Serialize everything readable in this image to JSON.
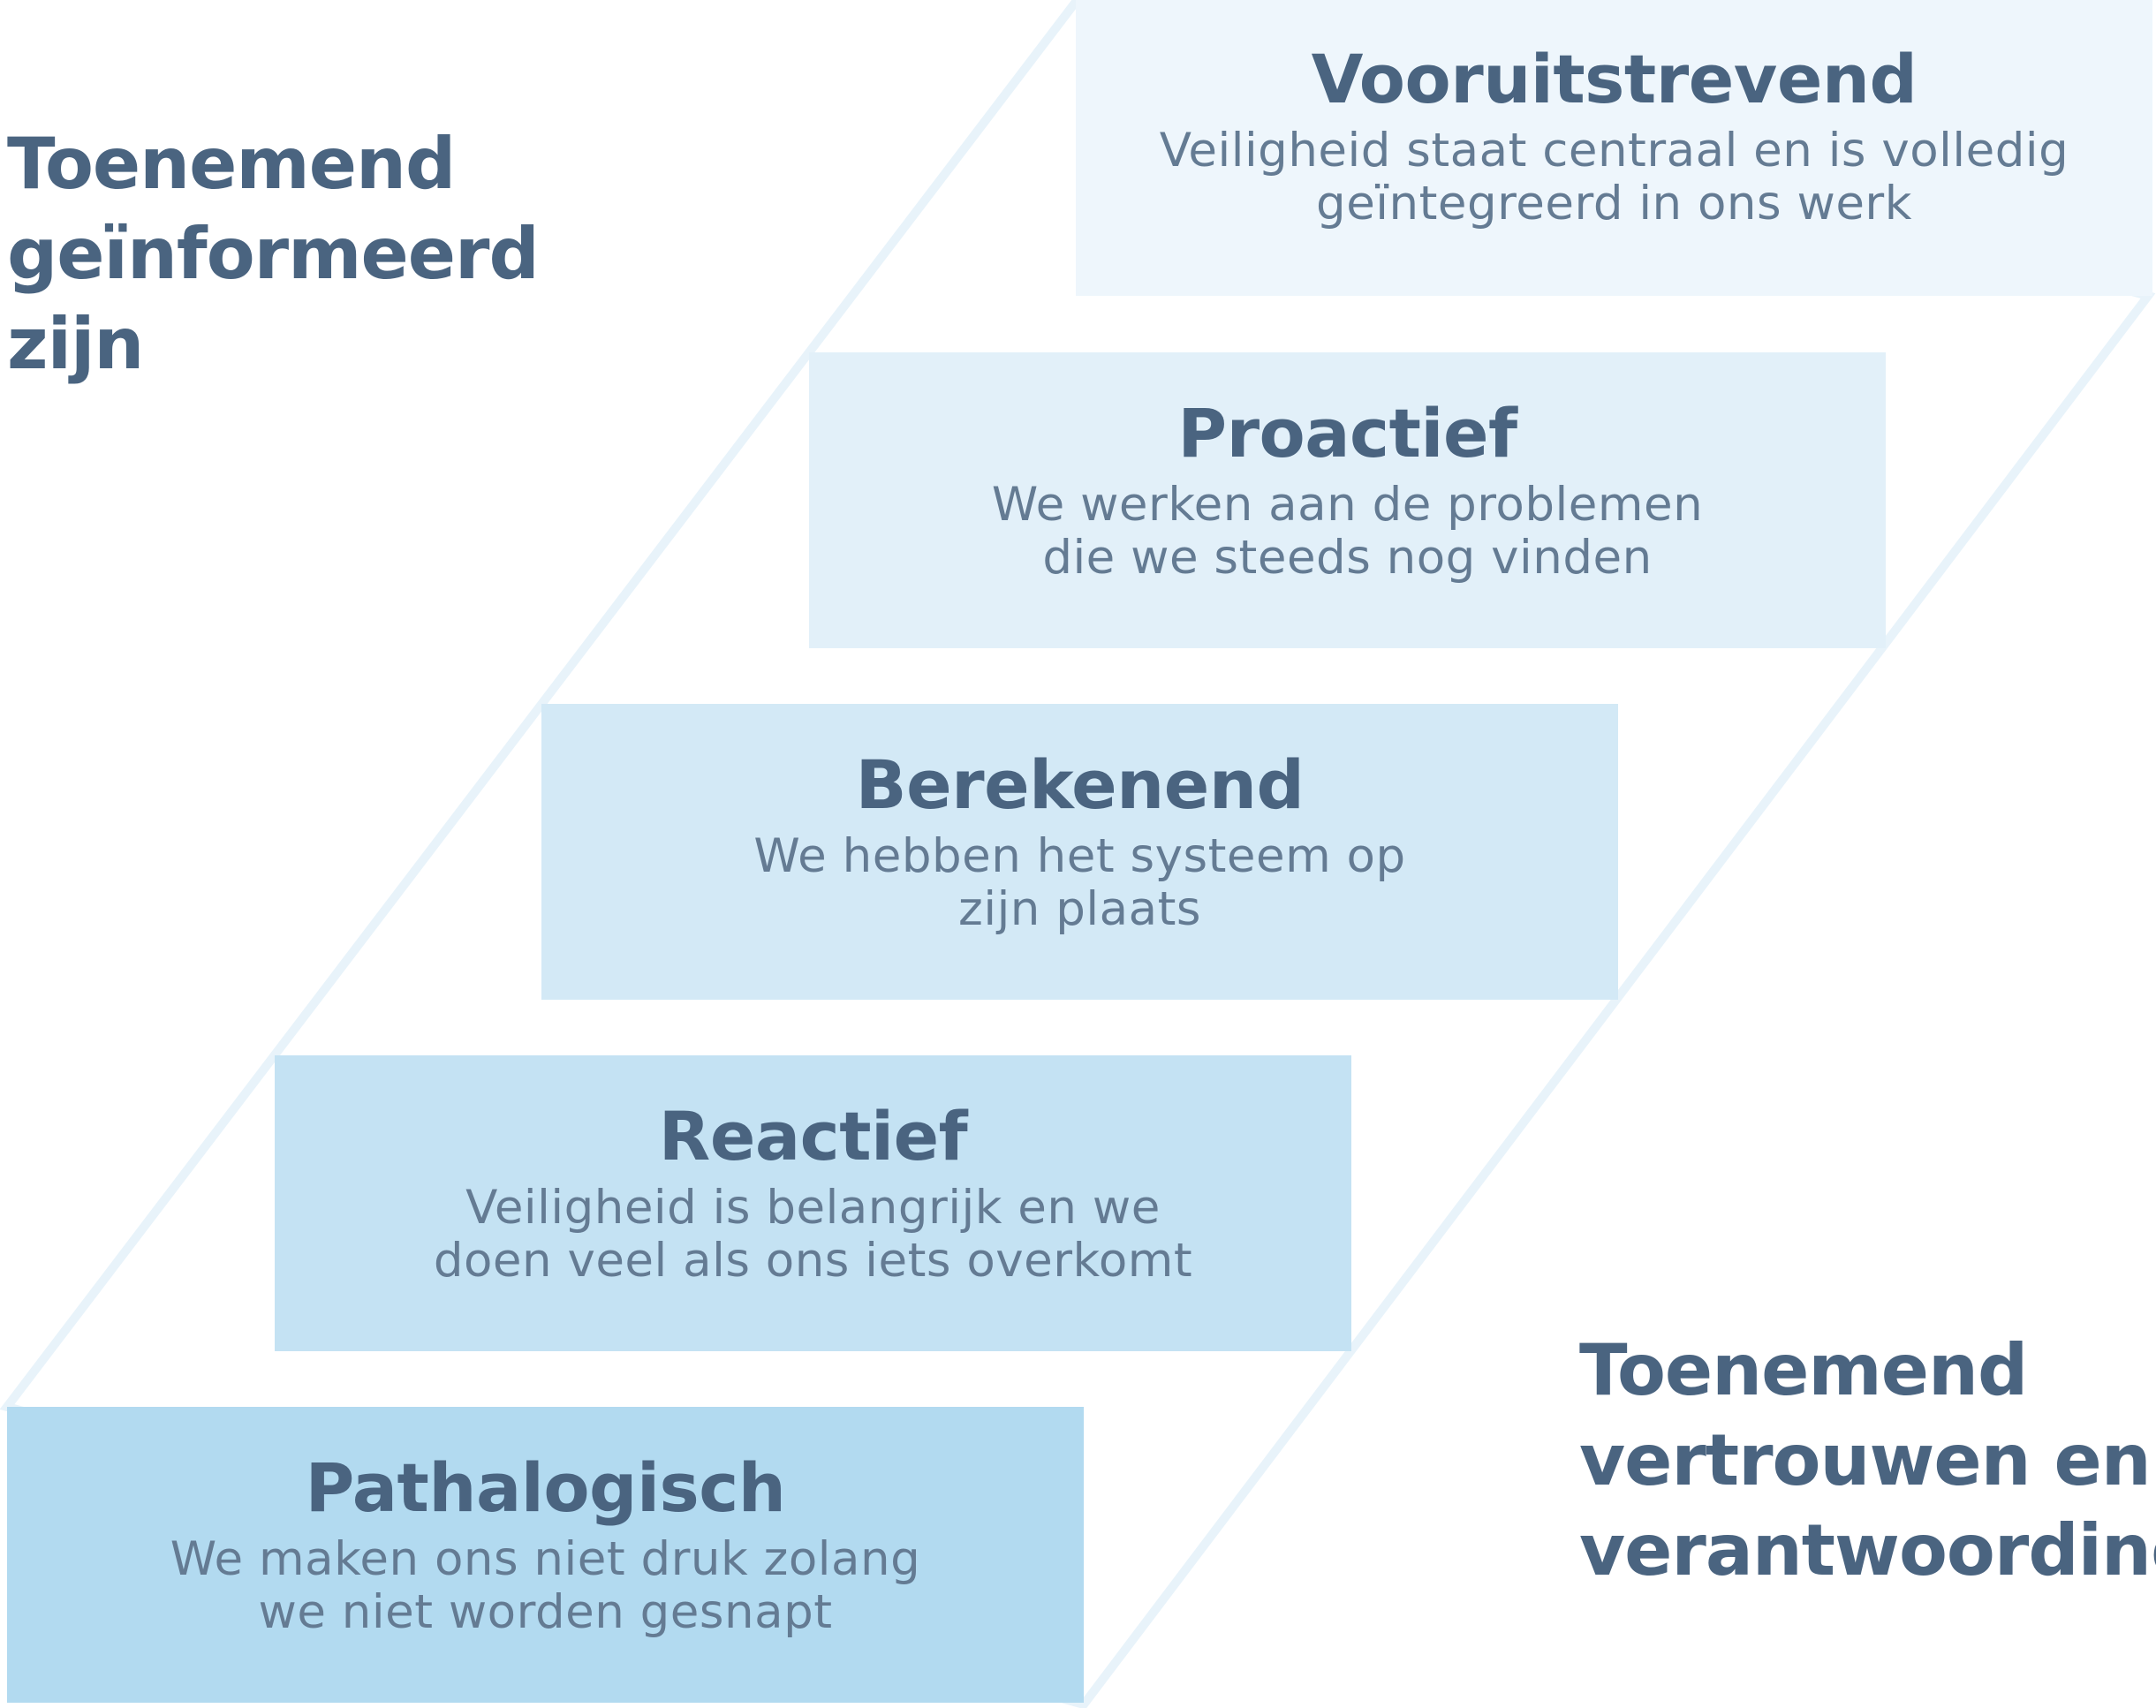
{
  "diagram": {
    "left_label": [
      "Toenemend",
      "geïnformeerd",
      "zijn"
    ],
    "right_label": [
      "Toenemend",
      "vertrouwen en",
      "verantwoording"
    ],
    "steps": [
      {
        "title": "Pathalogisch",
        "lines": [
          "We maken ons niet druk zolang",
          "we niet worden gesnapt"
        ]
      },
      {
        "title": "Reactief",
        "lines": [
          "Veiligheid is belangrijk en we",
          "doen veel als ons iets overkomt"
        ]
      },
      {
        "title": "Berekenend",
        "lines": [
          "We hebben het systeem op",
          "zijn plaats"
        ]
      },
      {
        "title": "Proactief",
        "lines": [
          "We werken aan de problemen",
          "die we steeds nog vinden"
        ]
      },
      {
        "title": "Vooruitstrevend",
        "lines": [
          "Veiligheid staat centraal en is volledig",
          "geïntegreerd in ons werk"
        ]
      }
    ],
    "colors": {
      "text": "#4a6480",
      "step_1": "#b2daf0",
      "step_2": "#c4e2f3",
      "step_3": "#d3e9f6",
      "step_4": "#e2f0f9",
      "step_5": "#eef6fc",
      "outline": "#e8f3fa"
    }
  }
}
